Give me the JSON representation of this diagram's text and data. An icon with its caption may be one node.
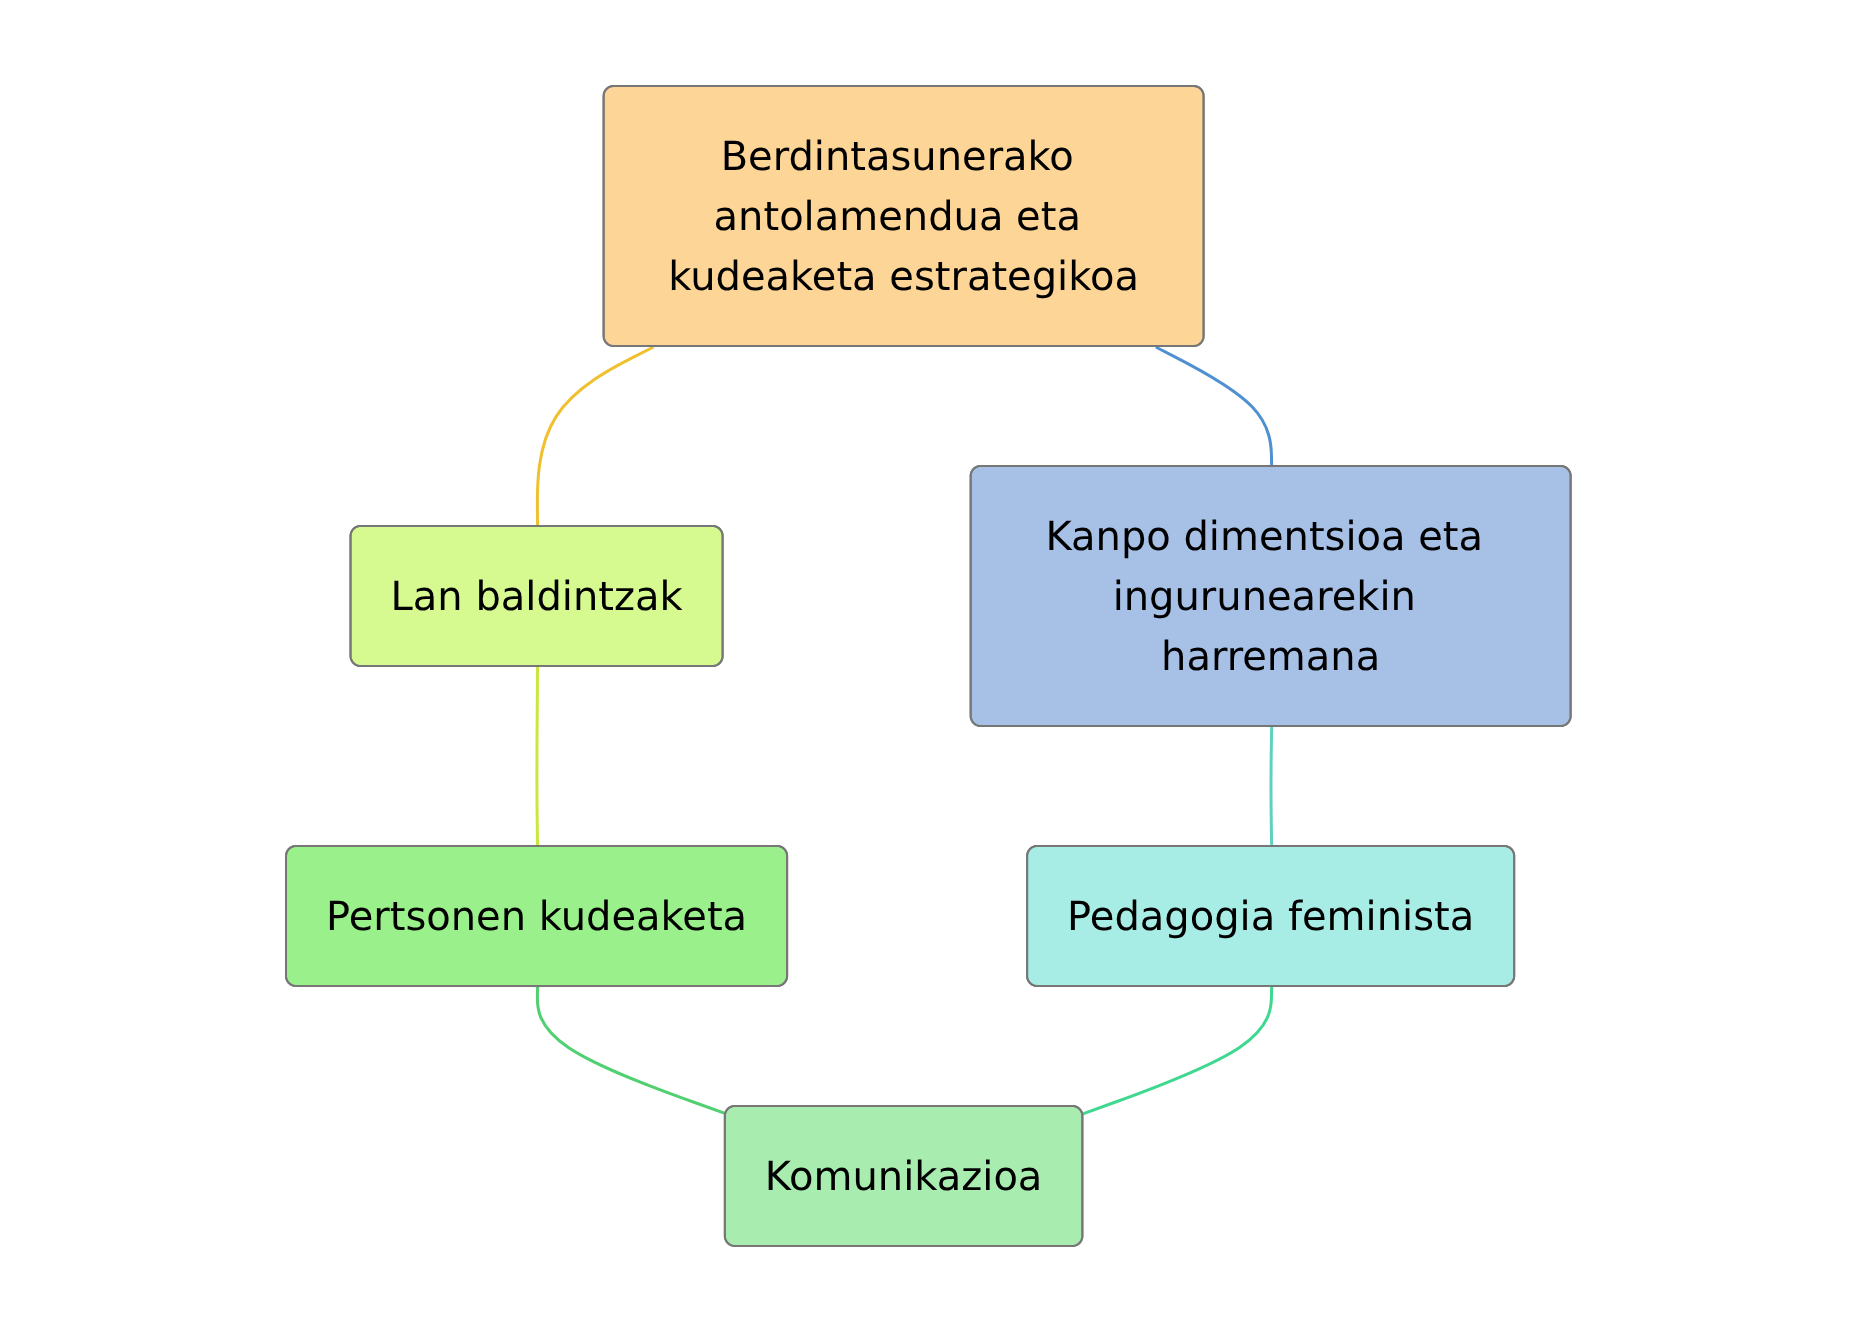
{
  "diagram": {
    "nodes": [
      {
        "text": [
          "Berdintasunerako antolamendua eta kudeaketa estrategikoa"
        ]
      },
      {
        "text": [
          "Kanpo dimentsioa eta ingurunearekin harremana"
        ]
      },
      {
        "text": [
          "Lan baldintzak"
        ]
      },
      {
        "text": [
          "Pedagogia feminista"
        ]
      },
      {
        "text": [
          "Pertsonen kudeaketa"
        ]
      },
      {
        "text": [
          "Komunikazioa"
        ]
      }
    ],
    "edges": [
      {
        "from": 0,
        "to": 2,
        "arrow": "none",
        "color": "#f0c030"
      },
      {
        "from": 2,
        "to": 4,
        "arrow": "none",
        "color": "#c8e840"
      },
      {
        "from": 4,
        "to": 5,
        "arrow": "none",
        "color": "#50d070"
      },
      {
        "from": 0,
        "to": 1,
        "arrow": "none",
        "color": "#5090d0"
      },
      {
        "from": 1,
        "to": 3,
        "arrow": "none",
        "color": "#60d0c0"
      },
      {
        "from": 3,
        "to": 5,
        "arrow": "none",
        "color": "#40d890"
      }
    ]
  }
}
